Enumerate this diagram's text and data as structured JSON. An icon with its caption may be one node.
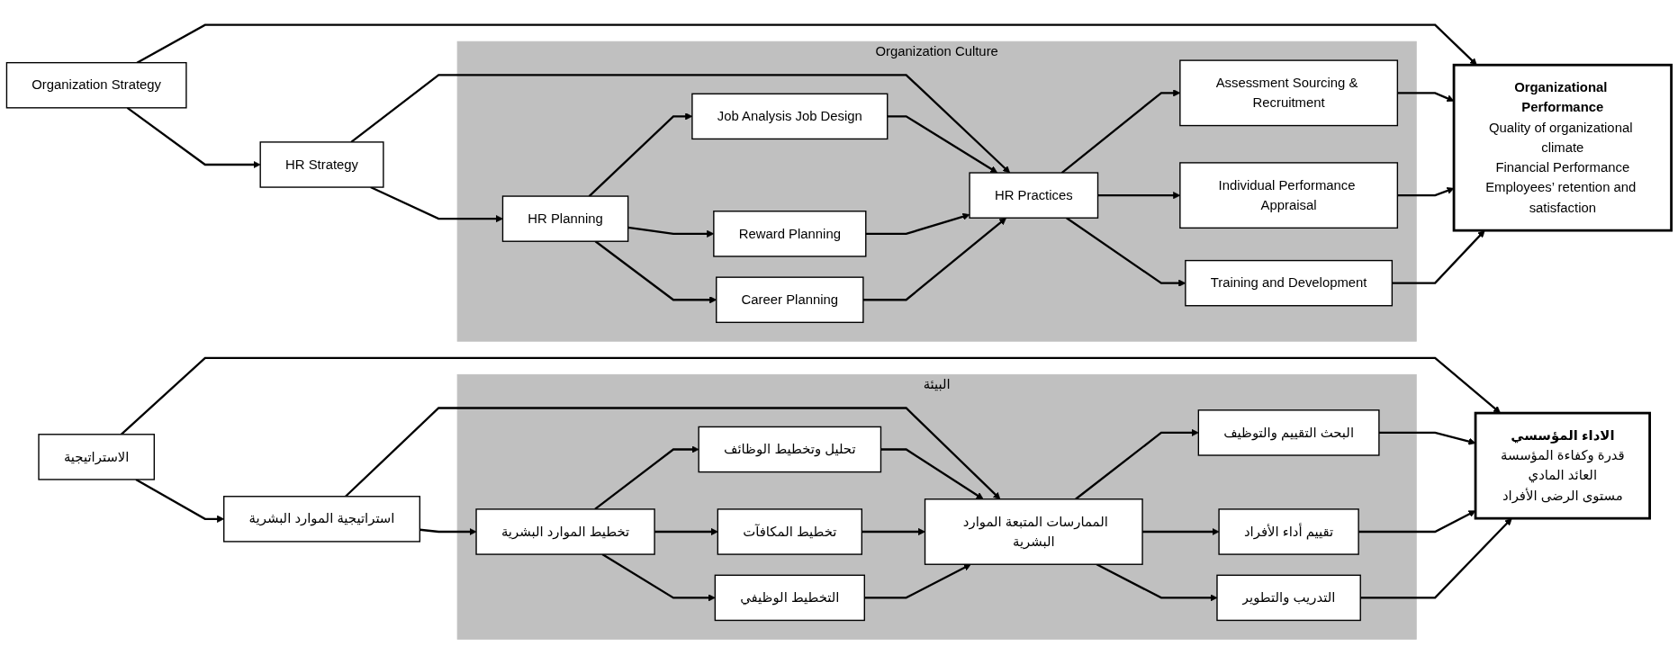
{
  "diagram": {
    "nodes": [
      {
        "text": [
          "Organization Strategy"
        ]
      },
      {
        "text": [
          "HR Strategy"
        ]
      },
      {
        "text": [
          "Organization Culture"
        ]
      },
      {
        "text": [
          "HR Planning"
        ],
        "in": 2
      },
      {
        "text": [
          "Job Analysis Job Design"
        ],
        "in": 2
      },
      {
        "text": [
          "Reward Planning"
        ],
        "in": 2
      },
      {
        "text": [
          "Career Planning"
        ],
        "in": 2
      },
      {
        "text": [
          "HR Practices"
        ],
        "in": 2
      },
      {
        "text": [
          "Assessment Sourcing & Recruitment"
        ],
        "in": 2
      },
      {
        "text": [
          "Individual Performance Appraisal"
        ],
        "in": 2
      },
      {
        "text": [
          "Training and Development"
        ],
        "in": 2
      },
      {
        "text": [
          "Organizational Performance",
          "Quality of organizational climate",
          "Financial Performance",
          "Employees’ retention and satisfaction"
        ]
      },
      {
        "text": [
          "الاستراتيجية"
        ]
      },
      {
        "text": [
          "استراتيجية الموارد البشرية"
        ]
      },
      {
        "text": [
          "البيئة"
        ]
      },
      {
        "text": [
          "تخطيط الموارد البشرية"
        ],
        "in": 14
      },
      {
        "text": [
          "تحليل وتخطيط الوظائف"
        ],
        "in": 14
      },
      {
        "text": [
          "تخطيط المكافآت"
        ],
        "in": 14
      },
      {
        "text": [
          "التخطيط الوظيفي"
        ],
        "in": 14
      },
      {
        "text": [
          "الممارسات المتبعة الموارد البشرية"
        ],
        "in": 14
      },
      {
        "text": [
          "البحث التقييم والتوظيف"
        ],
        "in": 14
      },
      {
        "text": [
          "تقييم أداء الأفراد"
        ],
        "in": 14
      },
      {
        "text": [
          "التدريب والتطوير"
        ],
        "in": 14
      },
      {
        "text": [
          "الاداء المؤسسي",
          "قدرة وكفاءة المؤسسة",
          "العائد المادي",
          "مستوى الرضى الأفراد"
        ]
      }
    ],
    "edges": [
      {
        "from": 0,
        "to": 1,
        "arrow": "to"
      },
      {
        "from": 0,
        "to": 11,
        "arrow": "to"
      },
      {
        "from": 1,
        "to": 3,
        "arrow": "to"
      },
      {
        "from": 1,
        "to": 7,
        "arrow": "to"
      },
      {
        "from": 3,
        "to": 4,
        "arrow": "to"
      },
      {
        "from": 3,
        "to": 5,
        "arrow": "to"
      },
      {
        "from": 3,
        "to": 6,
        "arrow": "to"
      },
      {
        "from": 4,
        "to": 7,
        "arrow": "to"
      },
      {
        "from": 5,
        "to": 7,
        "arrow": "to"
      },
      {
        "from": 6,
        "to": 7,
        "arrow": "to"
      },
      {
        "from": 7,
        "to": 8,
        "arrow": "to"
      },
      {
        "from": 7,
        "to": 9,
        "arrow": "to"
      },
      {
        "from": 7,
        "to": 10,
        "arrow": "to"
      },
      {
        "from": 8,
        "to": 11,
        "arrow": "to"
      },
      {
        "from": 9,
        "to": 11,
        "arrow": "to"
      },
      {
        "from": 10,
        "to": 11,
        "arrow": "to"
      },
      {
        "from": 12,
        "to": 13,
        "arrow": "to"
      },
      {
        "from": 12,
        "to": 23,
        "arrow": "to"
      },
      {
        "from": 13,
        "to": 15,
        "arrow": "to"
      },
      {
        "from": 13,
        "to": 19,
        "arrow": "to"
      },
      {
        "from": 15,
        "to": 16,
        "arrow": "to"
      },
      {
        "from": 15,
        "to": 17,
        "arrow": "to"
      },
      {
        "from": 15,
        "to": 18,
        "arrow": "to"
      },
      {
        "from": 16,
        "to": 19,
        "arrow": "to"
      },
      {
        "from": 17,
        "to": 19,
        "arrow": "to"
      },
      {
        "from": 18,
        "to": 19,
        "arrow": "to"
      },
      {
        "from": 19,
        "to": 20,
        "arrow": "to"
      },
      {
        "from": 19,
        "to": 21,
        "arrow": "to"
      },
      {
        "from": 19,
        "to": 22,
        "arrow": "to"
      },
      {
        "from": 20,
        "to": 23,
        "arrow": "to"
      },
      {
        "from": 21,
        "to": 23,
        "arrow": "to"
      },
      {
        "from": 22,
        "to": 23,
        "arrow": "to"
      }
    ]
  }
}
